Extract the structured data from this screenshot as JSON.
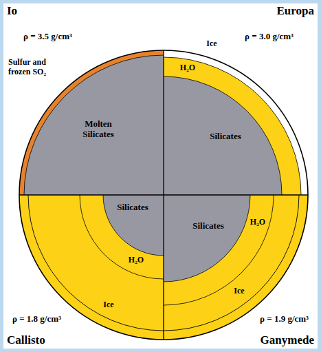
{
  "diagram": {
    "labels": [
      "Io",
      "Europa",
      "ρ = 3.5 g/cm³",
      "ρ = 3.0 g/cm³",
      "Ice",
      "Sulfur and frozen SO₂",
      "H₂O",
      "Molten Silicates",
      "Silicates",
      "Silicates",
      "Silicates",
      "H₂O",
      "H₂O",
      "Ice",
      "Ice",
      "ρ = 1.8 g/cm³",
      "ρ = 1.9 g/cm³",
      "Callisto",
      "Ganymede"
    ]
  }
}
